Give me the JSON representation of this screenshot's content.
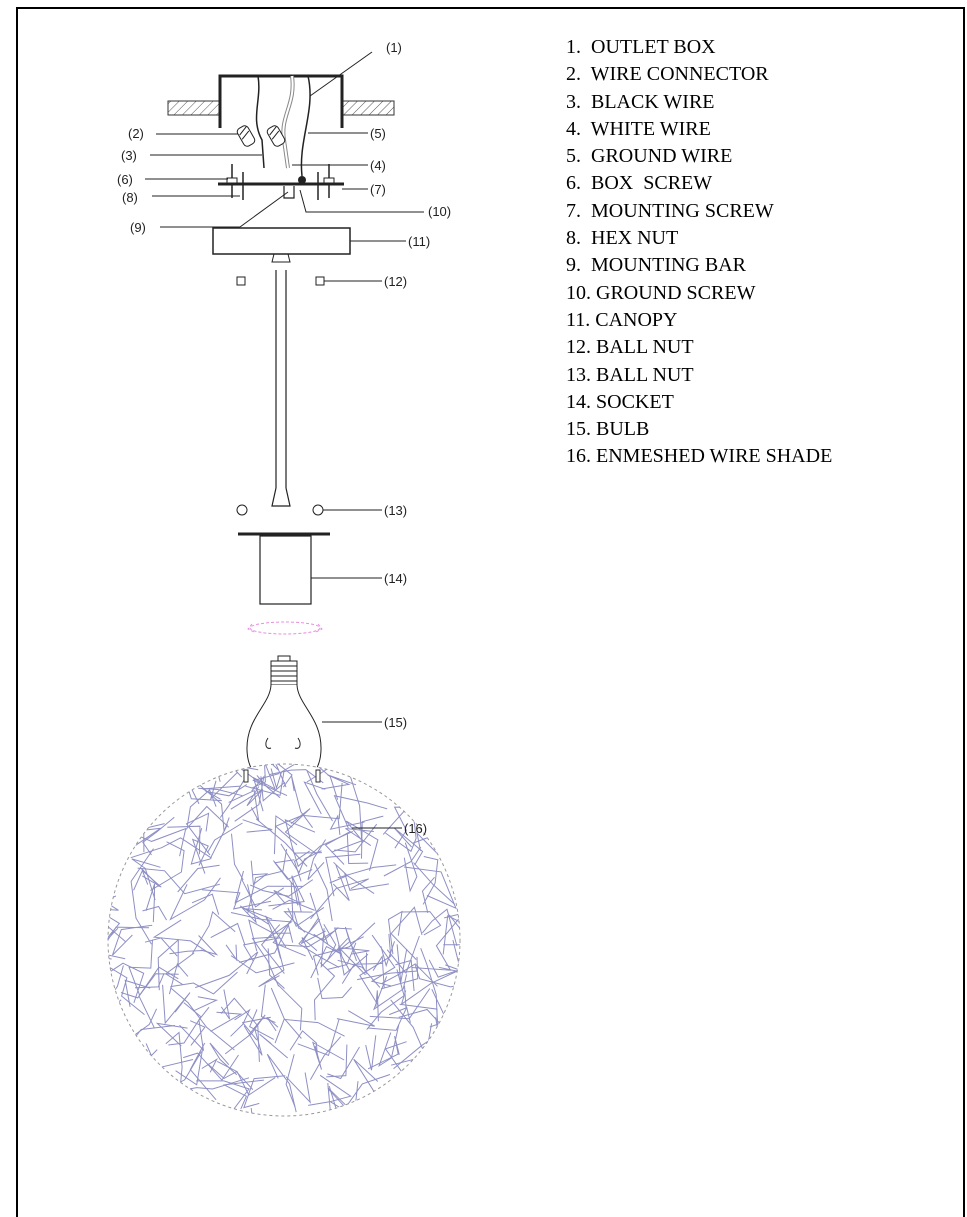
{
  "callouts": {
    "c1": "(1)",
    "c2": "(2)",
    "c3": "(3)",
    "c4": "(4)",
    "c5": "(5)",
    "c6": "(6)",
    "c7": "(7)",
    "c8": "(8)",
    "c9": "(9)",
    "c10": "(10)",
    "c11": "(11)",
    "c12": "(12)",
    "c13": "(13)",
    "c14": "(14)",
    "c15": "(15)",
    "c16": "(16)"
  },
  "parts_list": [
    "1.  OUTLET BOX",
    "2.  WIRE CONNECTOR",
    "3.  BLACK WIRE",
    "4.  WHITE WIRE",
    "5.  GROUND WIRE",
    "6.  BOX  SCREW",
    "7.  MOUNTING SCREW",
    "8.  HEX NUT",
    "9.  MOUNTING BAR",
    "10. GROUND SCREW",
    "11. CANOPY",
    "12. BALL NUT",
    "13. BALL NUT",
    "14. SOCKET",
    "15. BULB",
    "16. ENMESHED WIRE SHADE"
  ],
  "colors": {
    "line": "#222222",
    "shade_mesh": "#8e8fc4",
    "rotation_arrow": "#e88ee0"
  }
}
